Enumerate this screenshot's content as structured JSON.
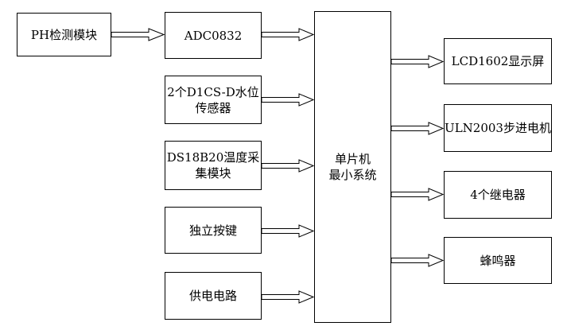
{
  "ph_module": "PH检测模块",
  "adc": "ADC0832",
  "water_sensor": "2个D1CS-D水位\n传感器",
  "temp_module": "DS18B20温度采\n集模块",
  "buttons": "独立按键",
  "power": "供电电路",
  "mcu": "单片机\n最小系统",
  "lcd": "LCD1602显示屏",
  "motor": "ULN2003步进电机",
  "relays": "4个继电器",
  "buzzer": "蜂鸣器"
}
